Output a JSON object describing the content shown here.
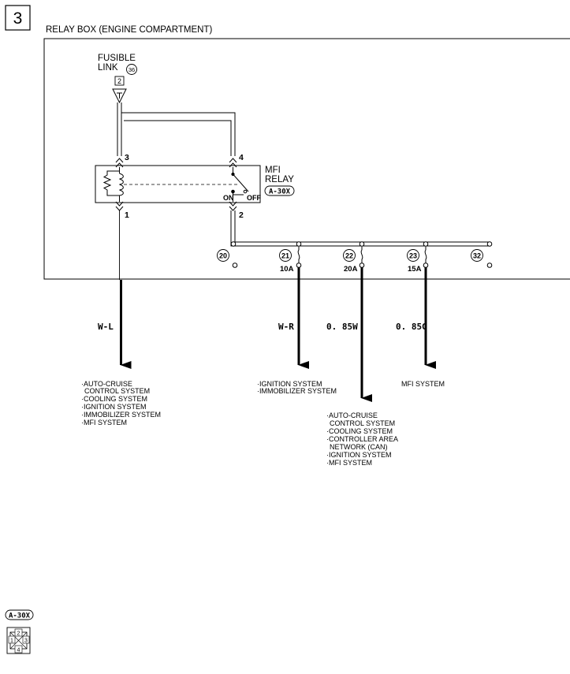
{
  "page": {
    "number": "3",
    "title": "RELAY BOX (ENGINE COMPARTMENT)"
  },
  "fusible_link": {
    "line1": "FUSIBLE",
    "line2": "LINK",
    "circle_num": "36",
    "terminal": "2"
  },
  "relay": {
    "name_line1": "MFI",
    "name_line2": "RELAY",
    "connector": "A-30X",
    "pins": {
      "p1": "1",
      "p2": "2",
      "p3": "3",
      "p4": "4"
    },
    "switch_on": "ON",
    "switch_off": "OFF"
  },
  "fuses": [
    {
      "num": "20",
      "rating": ""
    },
    {
      "num": "21",
      "rating": "10A"
    },
    {
      "num": "22",
      "rating": "20A"
    },
    {
      "num": "23",
      "rating": "15A"
    },
    {
      "num": "32",
      "rating": ""
    }
  ],
  "wires": {
    "w1": "W-L",
    "w2": "W-R",
    "w3": "0. 85W",
    "w4": "0. 85G"
  },
  "destinations": {
    "d1": [
      "·AUTO-CRUISE",
      "CONTROL SYSTEM",
      "·COOLING SYSTEM",
      "·IGNITION SYSTEM",
      "·IMMOBILIZER SYSTEM",
      "·MFI SYSTEM"
    ],
    "d2": [
      "·IGNITION SYSTEM",
      "·IMMOBILIZER SYSTEM"
    ],
    "d3": [
      "·AUTO-CRUISE",
      "CONTROL SYSTEM",
      "·COOLING SYSTEM",
      "·CONTROLLER AREA",
      "NETWORK (CAN)",
      "·IGNITION SYSTEM",
      "·MFI SYSTEM"
    ],
    "d4": [
      "MFI SYSTEM"
    ]
  },
  "connector_legend": {
    "label": "A-30X",
    "pins": {
      "p1": "1",
      "p2": "2",
      "p3": "3",
      "p4": "4"
    }
  }
}
